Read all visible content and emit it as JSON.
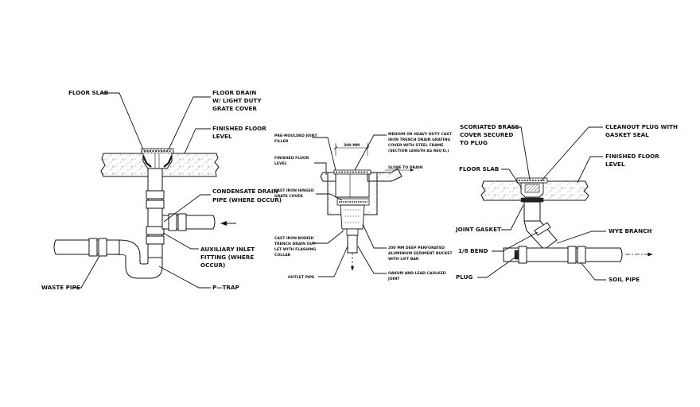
{
  "diagram_1": {
    "labels": {
      "floor_slab": "FLOOR SLAB",
      "floor_drain_1": "FLOOR DRAIN",
      "floor_drain_2": "W/ LIGHT DUTY",
      "floor_drain_3": "GRATE COVER",
      "finished_floor_1": "FINISHED FLOOR",
      "finished_floor_2": "LEVEL",
      "condensate_1": "CONDENSATE DRAIN",
      "condensate_2": "PIPE (WHERE OCCUR)",
      "auxiliary_1": "AUXILIARY INLET",
      "auxiliary_2": "FITTING (WHERE",
      "auxiliary_3": "OCCUR)",
      "p_trap": "P—TRAP",
      "waste_pipe": "WASTE PIPE"
    }
  },
  "diagram_2": {
    "labels": {
      "dimension": "300 MM",
      "premoulded_1": "PRE-MOULDED JOINT",
      "premoulded_2": "FILLER",
      "finished_floor_1": "FINISHED FLOOR",
      "finished_floor_2": "LEVEL",
      "grating_1": "MEDIUM OR HEAVY DUTY CAST",
      "grating_2": "IRON TRENCH DRAIN GRATING",
      "grating_3": "COVER WITH STEEL FRAME",
      "grating_4": "(SECTION LENGTH AS REQ'D.)",
      "slope": "SLOPE TO DRAIN",
      "hinged_1": "CAST IRON HINGED",
      "hinged_2": "GRATE COVER",
      "body_1": "CAST IRON BODIED",
      "body_2": "TRENCH DRAIN OUT-",
      "body_3": "LET WITH FLASHING",
      "body_4": "COLLAR",
      "bucket_1": "200 MM DEEP PERFORATED",
      "bucket_2": "ALUMINIUM SEDIMENT BUCKET",
      "bucket_3": "WITH LIFT BAR",
      "outlet": "OUTLET PIPE",
      "oakum_1": "OAKUM AND LEAD CAULKED",
      "oakum_2": "JOINT"
    }
  },
  "diagram_3": {
    "labels": {
      "brass_1": "SCORIATED BRASS",
      "brass_2": "COVER SECURED",
      "brass_3": "TO PLUG",
      "cleanout_1": "CLEANOUT PLUG WITH",
      "cleanout_2": "GASKET SEAL",
      "finished_floor_1": "FINISHED FLOOR",
      "finished_floor_2": "LEVEL",
      "floor_slab": "FLOOR SLAB",
      "joint_gasket": "JOINT GASKET",
      "wye_branch": "WYE BRANCH",
      "bend": "1/8 BEND",
      "plug": "PLUG",
      "soil_pipe": "SOIL PIPE"
    }
  }
}
